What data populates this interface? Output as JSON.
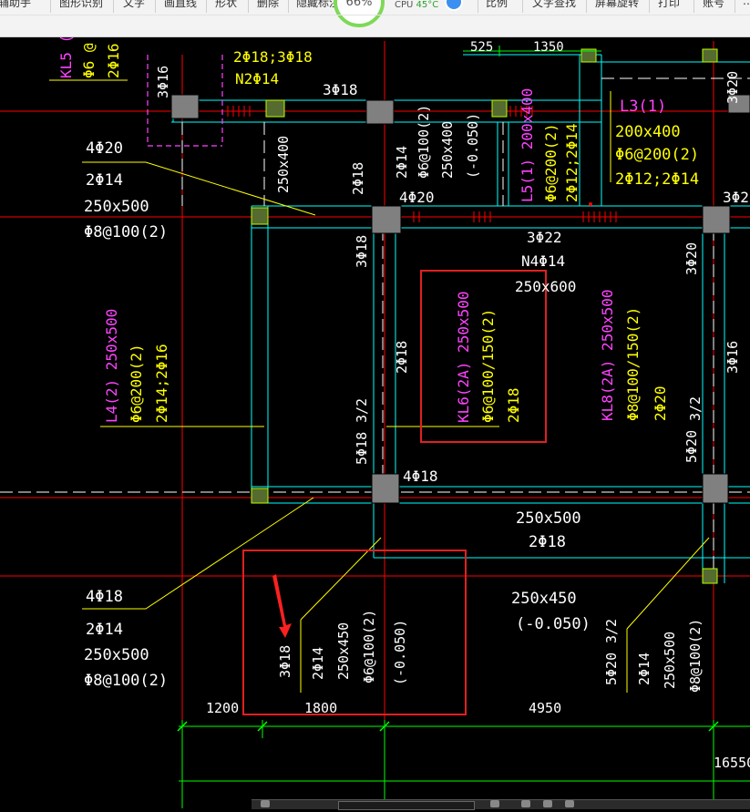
{
  "toolbar": {
    "items": [
      "辅助手",
      "图形识别",
      "文字",
      "画直线",
      "形状",
      "删除",
      "隐藏标注",
      "比例",
      "文字查找",
      "屏幕旋转",
      "打印",
      "账号"
    ],
    "perf_percent": "66%",
    "cpu_label": "CPU",
    "cpu_temp": "45°C"
  },
  "drawing": {
    "colors": {
      "yellow": "#ffff00",
      "magenta": "#ff44ff",
      "white": "#ffffff",
      "cyan": "#00ffff",
      "green": "#00ff00",
      "red": "#ff0000",
      "gray": "#808080"
    },
    "top_labels": {
      "kl5": "KL5 (",
      "kl5_s1": "Φ6 @",
      "kl5_s2": "2Φ16",
      "beam1": "2Φ18;3Φ18",
      "beam2": "N2Φ14",
      "dim525": "525",
      "dim1350": "1350",
      "top_3phi18": "3Φ18",
      "top_3phi16": "3Φ16",
      "top_3phi20": "3Φ20"
    },
    "l3": {
      "title": "L3(1)",
      "size": "200x400",
      "stir": "Φ6@200(2)",
      "bars": "2Φ12;2Φ14"
    },
    "l5": {
      "title": "L5(1) 200x400",
      "stir": "Φ6@200(2)",
      "bars": "2Φ12;2Φ14"
    },
    "mid_beam": {
      "bars": "2Φ14",
      "stir": "Φ6@100(2)",
      "size": "250x400",
      "elev": "(-0.050)"
    },
    "left_callout_top": {
      "a": "4Φ20",
      "b": "2Φ14",
      "c": "250x500",
      "d": "Φ8@100(2)"
    },
    "left_callout_bottom": {
      "a": "4Φ18",
      "b": "2Φ14",
      "c": "250x500",
      "d": "Φ8@100(2)"
    },
    "col_labels": {
      "c1": "2Φ18",
      "c2": "3Φ18",
      "c3": "5Φ18",
      "c4": "3/2",
      "c5": "4Φ20",
      "c6": "4Φ18",
      "c7": "2Φ18",
      "c8": "3Φ20",
      "c9": "3Φ16",
      "c10": "3Φ2",
      "c11": "2Φ20",
      "c12": "5Φ20",
      "c13": "3/2"
    },
    "center_beam": {
      "a": "3Φ22",
      "b": "N4Φ14",
      "c": "250x600"
    },
    "kl6": {
      "title": "KL6(2A) 250x500",
      "stir": "Φ6@100/150(2)",
      "bars": "2Φ18"
    },
    "kl8": {
      "title": "KL8(2A) 250x500",
      "stir": "Φ8@100/150(2)",
      "bars": "2Φ20"
    },
    "l4": {
      "title": "L4(2) 250x500",
      "stir": "Φ6@200(2)",
      "bars": "2Φ14;2Φ16"
    },
    "bottom_beam": {
      "size": "250x500",
      "bars": "2Φ18"
    },
    "bottom_beam2": {
      "size": "250x450",
      "elev": "(-0.050)"
    },
    "red_box_beam": {
      "a": "3Φ18",
      "b": "2Φ14",
      "c": "250x450",
      "d": "Φ6@100(2)",
      "e": "(-0.050)"
    },
    "right_beam": {
      "a": "5Φ20",
      "b": "3/2",
      "c": "2Φ14",
      "d": "250x500",
      "e": "Φ8@100(2)"
    },
    "dims": {
      "d1200": "1200",
      "d1800": "1800",
      "d4950": "4950",
      "d16550": "16550"
    }
  }
}
